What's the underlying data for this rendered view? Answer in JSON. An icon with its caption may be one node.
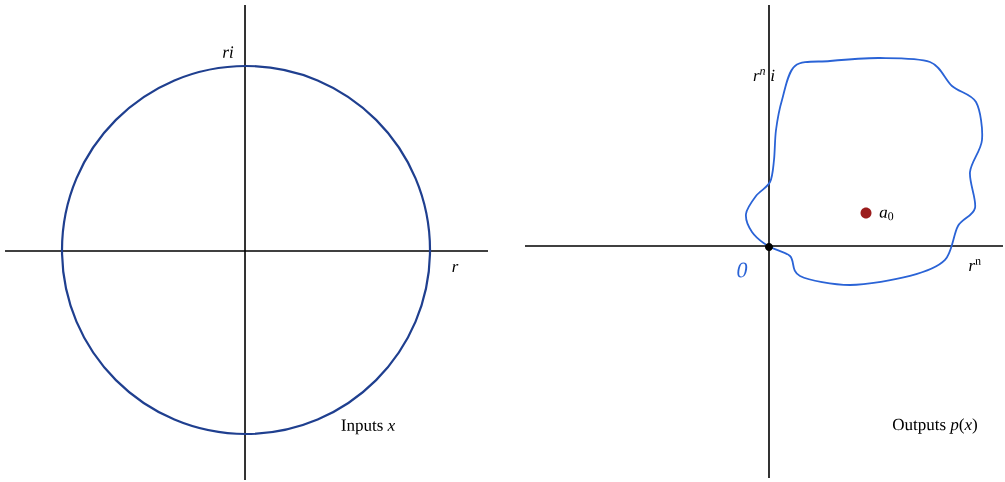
{
  "diagram": {
    "labels": [
      "ri",
      "r",
      "Inputs *x*",
      "*r*$^{n}$ *i*",
      "*a*$_{0}$",
      "0",
      "*r*$^{n}$",
      "Outputs *p*(*x*)"
    ]
  }
}
